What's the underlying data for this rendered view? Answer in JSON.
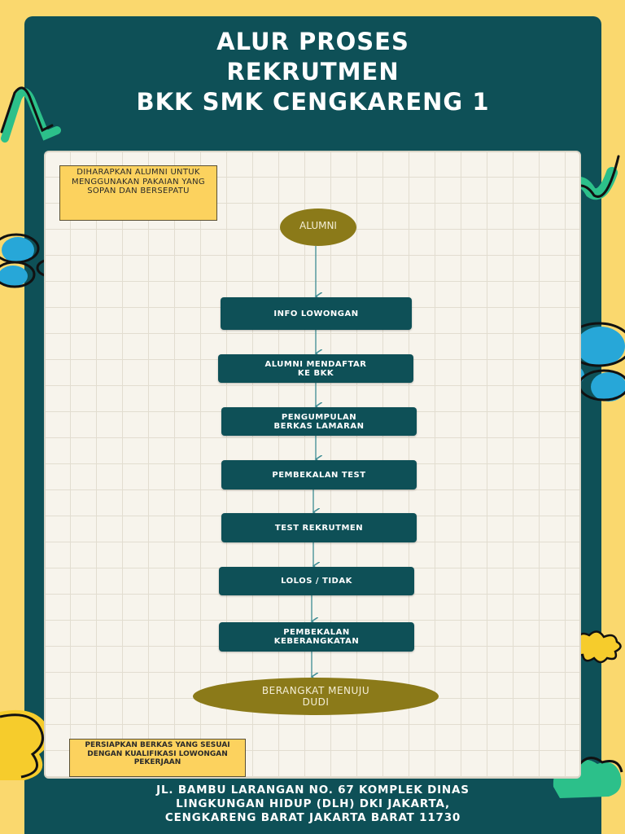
{
  "title": {
    "line1": "ALUR PROSES",
    "line2": "REKRUTMEN",
    "line3": "BKK SMK CENGKARENG 1"
  },
  "notes": {
    "dress_code": "DIHARAPKAN ALUMNI UNTUK MENGGUNAKAN PAKAIAN YANG SOPAN DAN BERSEPATU",
    "documents": "PERSIAPKAN BERKAS YANG SESUAI DENGAN KUALIFIKASI LOWONGAN PEKERJAAN"
  },
  "flow": {
    "start": "ALUMNI",
    "steps": [
      {
        "id": "info-lowongan",
        "line1": "INFO LOWONGAN",
        "line2": ""
      },
      {
        "id": "alumni-mendaftar",
        "line1": "ALUMNI MENDAFTAR",
        "line2": "KE BKK"
      },
      {
        "id": "pengumpulan-berkas",
        "line1": "PENGUMPULAN",
        "line2": "BERKAS LAMARAN"
      },
      {
        "id": "pembekalan-test",
        "line1": "PEMBEKALAN TEST",
        "line2": ""
      },
      {
        "id": "test-rekrutmen",
        "line1": "TEST REKRUTMEN",
        "line2": ""
      },
      {
        "id": "lolos-tidak",
        "line1": "LOLOS / TIDAK",
        "line2": ""
      },
      {
        "id": "pembekalan-keberangkatan",
        "line1": "PEMBEKALAN",
        "line2": "KEBERANGKATAN"
      }
    ],
    "end_line1": "BERANGKAT MENUJU",
    "end_line2": "DUDI"
  },
  "footer": {
    "line1": "JL. BAMBU LARANGAN NO. 67 KOMPLEK DINAS",
    "line2": "LINGKUNGAN HIDUP (DLH)  DKI JAKARTA,",
    "line3": "CENGKARENG BARAT JAKARTA BARAT 11730"
  },
  "colors": {
    "background": "#fad86e",
    "panel": "#0e5057",
    "paper": "#f7f4ec",
    "oval": "#8b7a19",
    "note": "#fcd25e",
    "accent_green": "#2cc08a",
    "accent_blue": "#27a7d8",
    "accent_yellow": "#f6cc2c"
  }
}
